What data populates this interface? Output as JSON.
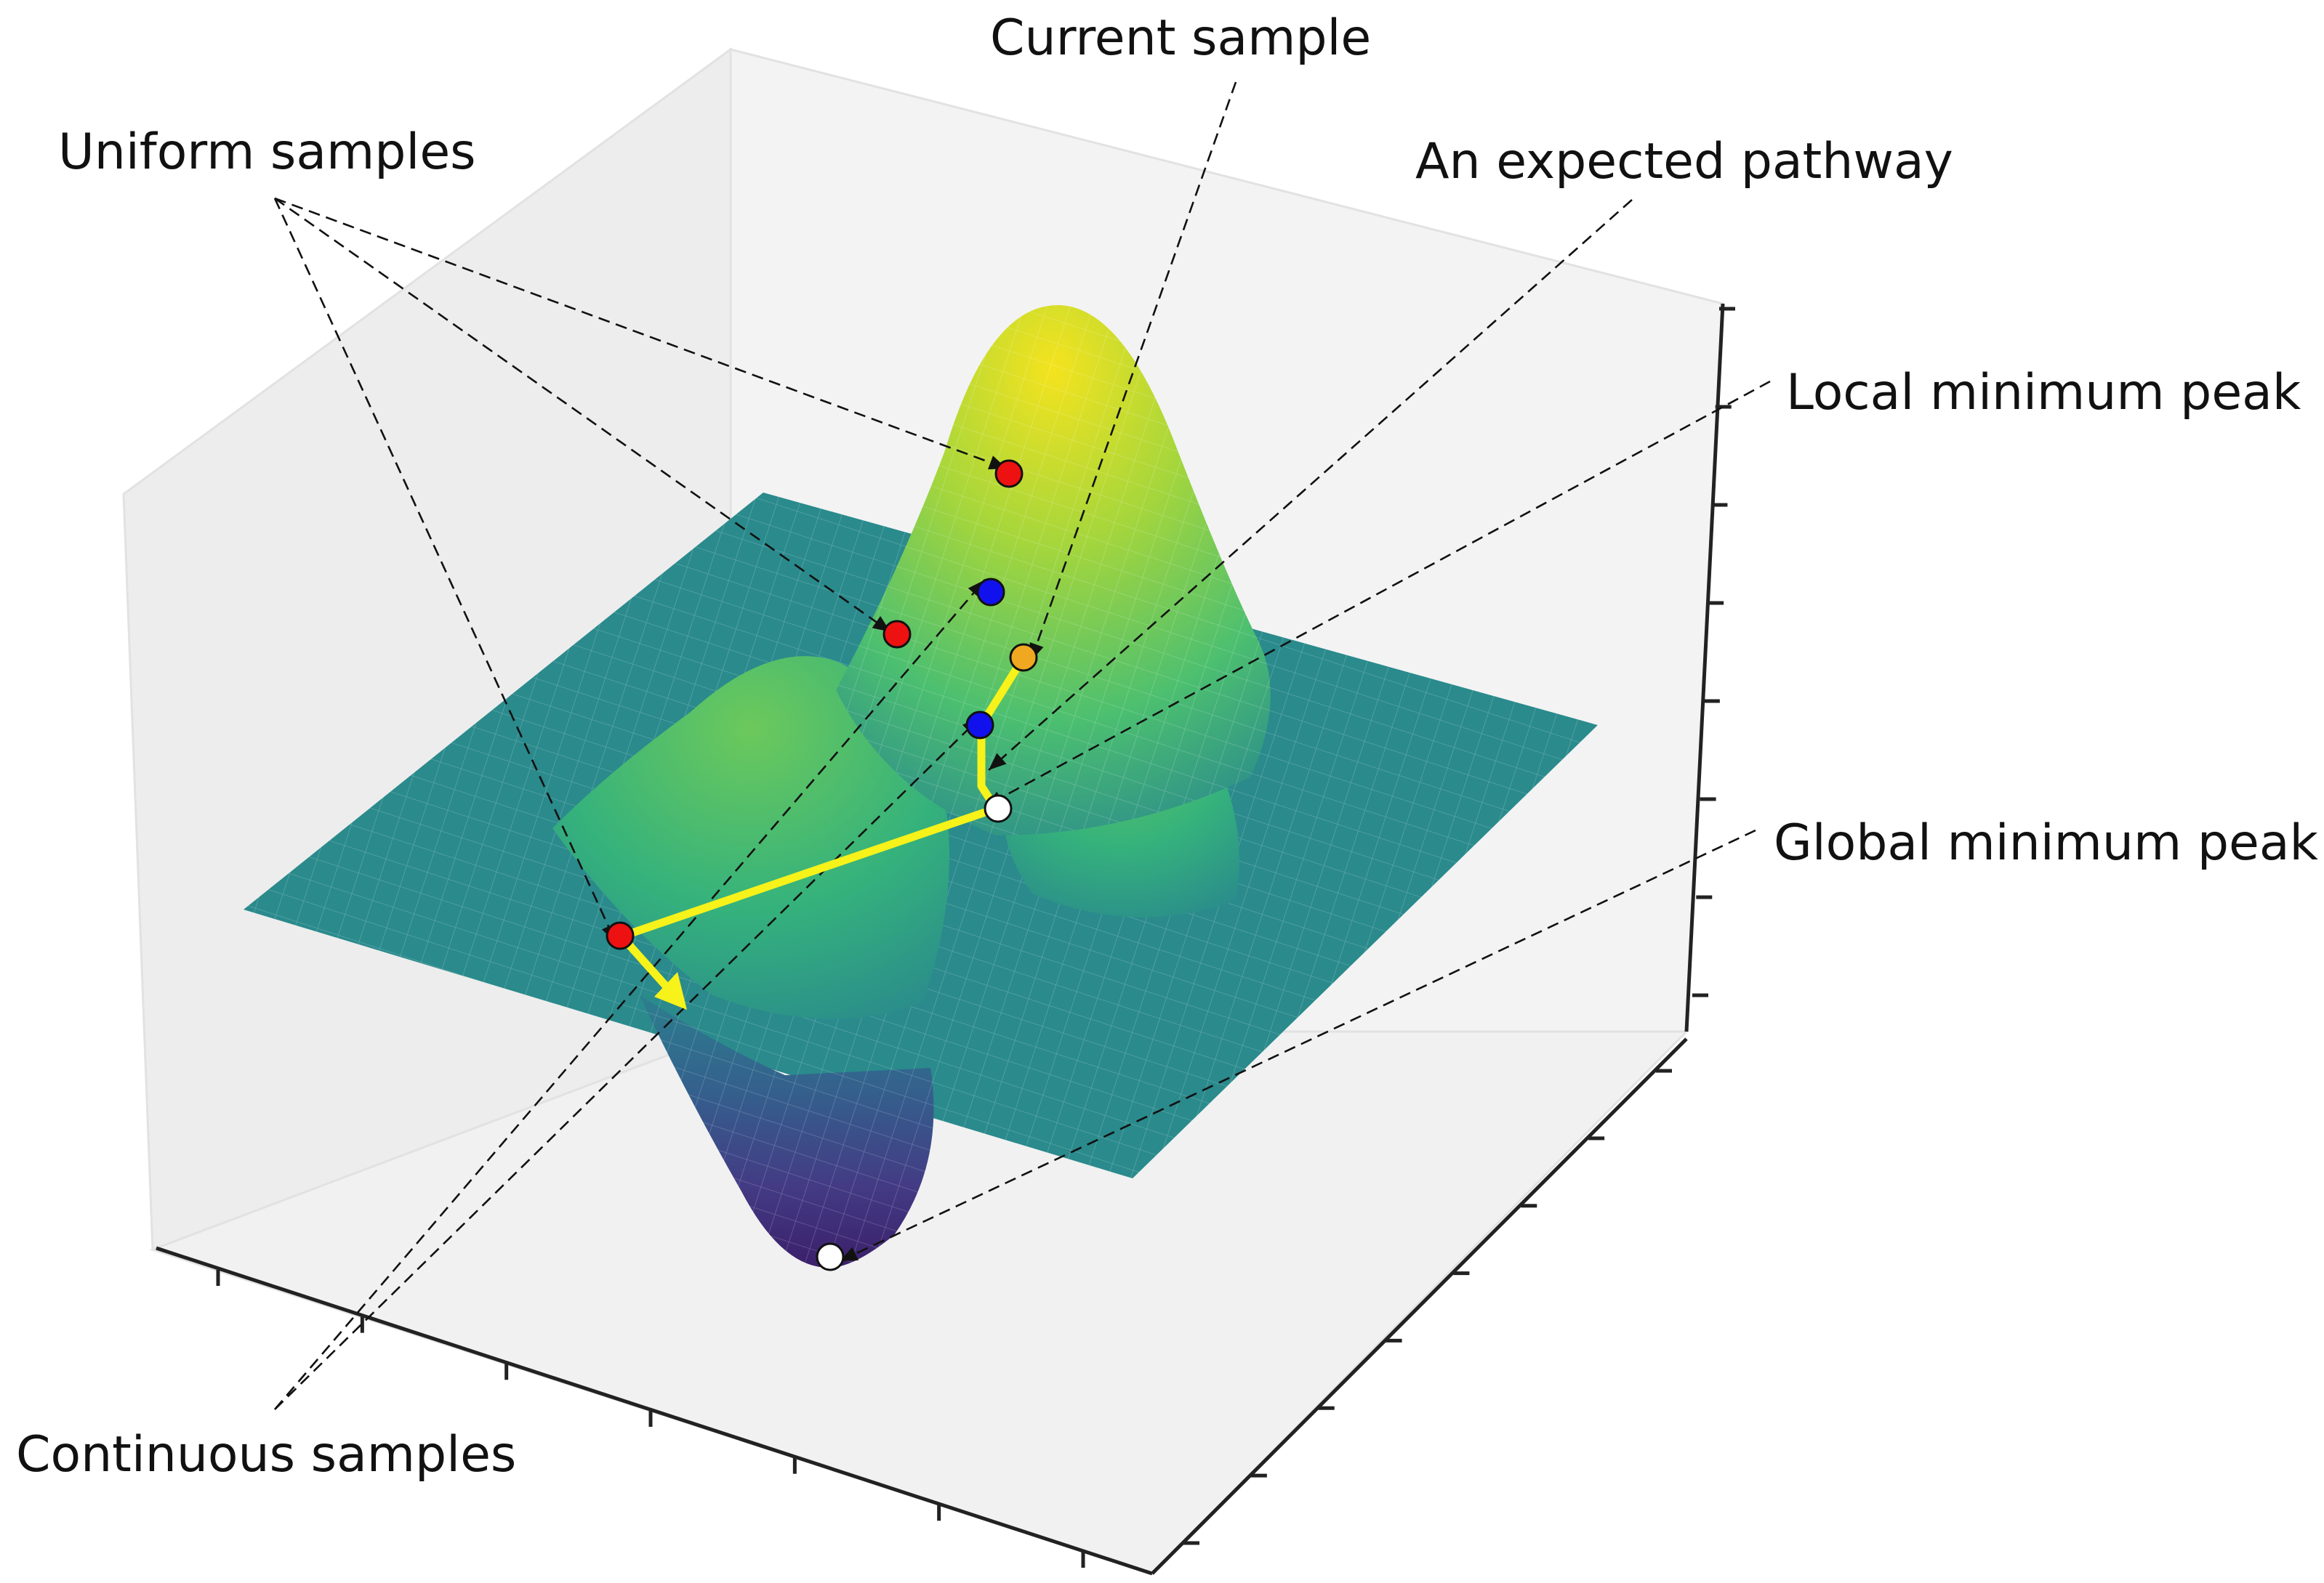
{
  "labels": {
    "uniform": "Uniform samples",
    "current": "Current sample",
    "pathway": "An expected pathway",
    "local": "Local minimum peak",
    "global": "Global minimum peak",
    "continuous": "Continuous samples"
  },
  "colors": {
    "pane": "#f2f2f2",
    "pane_dark": "#ebebeb",
    "flat": "#2a8a8c",
    "peak": "#f4e31e",
    "valley": "#3b1f6b",
    "path": "#f6f21a",
    "uniform_marker": "#ee1111",
    "continuous_marker": "#1111ee",
    "current_marker": "#f0a820",
    "minimum_marker": "#ffffff"
  },
  "markers": [
    {
      "type": "uniform"
    },
    {
      "type": "uniform"
    },
    {
      "type": "uniform"
    },
    {
      "type": "continuous"
    },
    {
      "type": "continuous"
    },
    {
      "type": "current"
    },
    {
      "type": "minimum"
    },
    {
      "type": "minimum"
    }
  ]
}
